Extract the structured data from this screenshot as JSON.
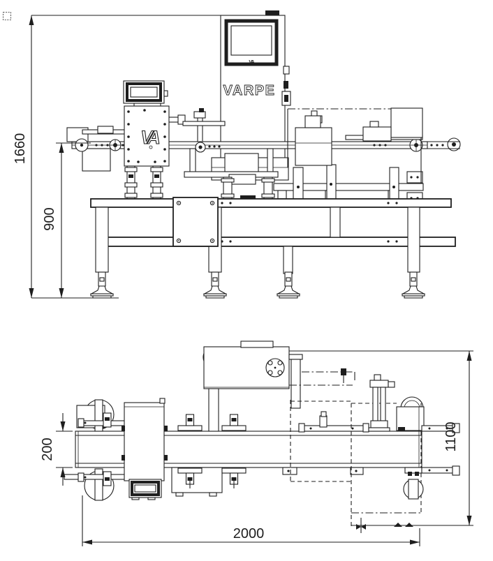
{
  "drawing": {
    "brand": "VARPE",
    "monogram": "VA"
  },
  "dimensions": {
    "overall_height": "1660",
    "conveyor_height": "900",
    "belt_width": "200",
    "overall_depth": "1100",
    "overall_length": "2000"
  },
  "colors": {
    "line": "#1e1e1e",
    "background": "#ffffff"
  }
}
